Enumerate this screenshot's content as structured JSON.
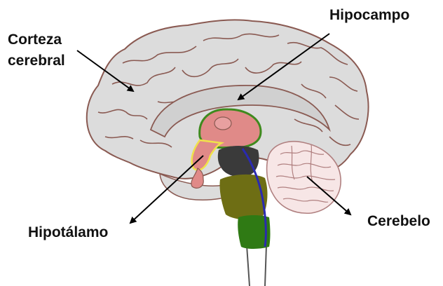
{
  "labels": {
    "corteza_line1": "Corteza",
    "corteza_line2": "cerebral",
    "hipocampo": "Hipocampo",
    "hipotalamo": "Hipotálamo",
    "cerebelo": "Cerebelo"
  },
  "colors": {
    "cortex_fill": "#dcdcdc",
    "cortex_outline": "#8a5a52",
    "limbic_fill": "#e08a88",
    "thalamus_outline": "#3f8a1e",
    "hypothalamus_outline": "#f0e24a",
    "midbrain_fill": "#3a3a3a",
    "pons_fill": "#6e6e14",
    "medulla_fill": "#2f7a14",
    "nerve_tract": "#2a2ab0",
    "cerebellum_fill": "#f7e6e6",
    "arrow": "#000000"
  }
}
